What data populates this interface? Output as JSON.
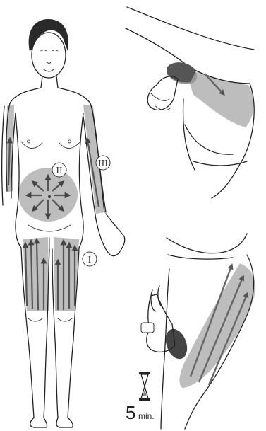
{
  "zones": {
    "legs": "I",
    "abdomen": "II",
    "arm": "III"
  },
  "timer": {
    "icon": "hourglass-icon",
    "value": "5",
    "unit": "min."
  },
  "colors": {
    "shading": "#bdbdbd",
    "arrows": "#555555",
    "outline": "#222222"
  }
}
